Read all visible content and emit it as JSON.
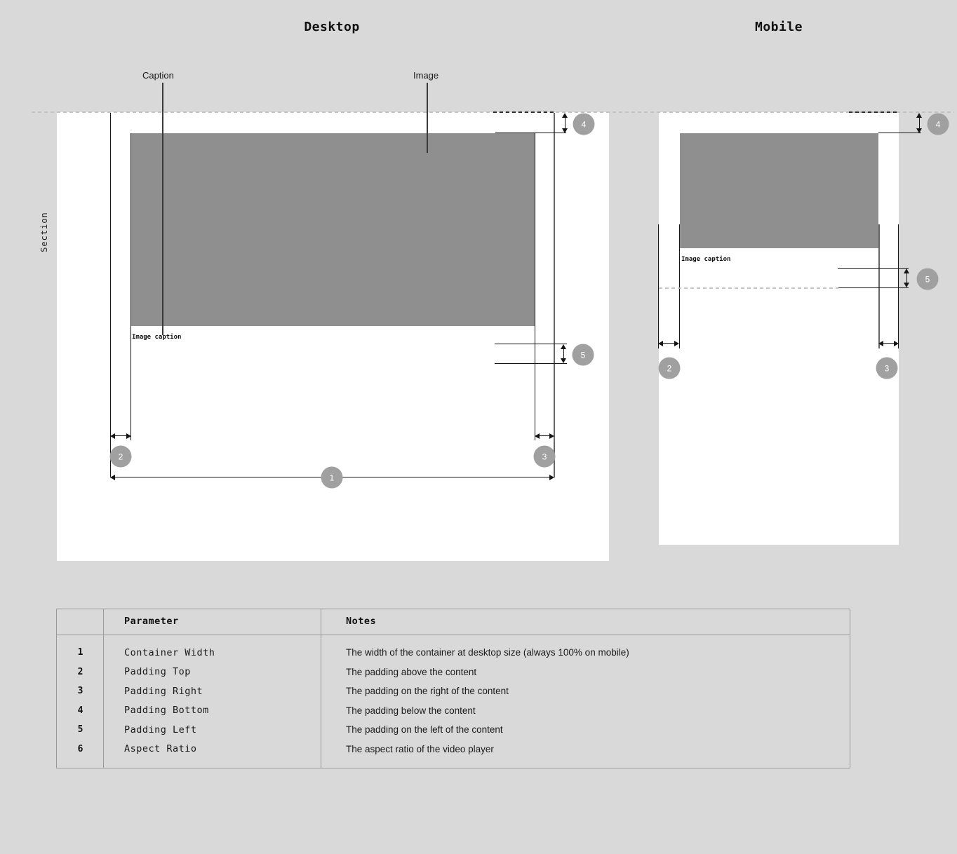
{
  "colors": {
    "page_bg": "#d9d9d9",
    "surface": "#ffffff",
    "image_fill": "#8f8f8f",
    "badge_fill": "#a0a0a0",
    "badge_text": "#ffffff",
    "dimension_line": "#151515",
    "dashed_guide": "#c2c2c2",
    "table_border": "#9a9a9a"
  },
  "desktop": {
    "title": "Desktop",
    "section_label": "Section",
    "caption_label": "Caption",
    "image_label": "Image",
    "image_caption": "Image caption"
  },
  "mobile": {
    "title": "Mobile",
    "image_caption": "Image caption"
  },
  "badges": {
    "b1": "1",
    "b2": "2",
    "b3": "3",
    "b4": "4",
    "b5": "5"
  },
  "table": {
    "headers": {
      "param": "Parameter",
      "notes": "Notes"
    },
    "rows": [
      {
        "num": "1",
        "param": "Container Width",
        "note": "The width of the container at desktop size (always 100% on mobile)"
      },
      {
        "num": "2",
        "param": "Padding Top",
        "note": "The padding above the content"
      },
      {
        "num": "3",
        "param": "Padding Right",
        "note": "The padding on the right of the content"
      },
      {
        "num": "4",
        "param": "Padding Bottom",
        "note": "The padding below the content"
      },
      {
        "num": "5",
        "param": "Padding Left",
        "note": "The padding on the left of the content"
      },
      {
        "num": "6",
        "param": "Aspect Ratio",
        "note": "The aspect ratio of the video player"
      }
    ]
  }
}
